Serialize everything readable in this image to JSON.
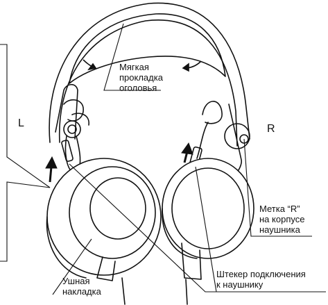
{
  "labels": {
    "headband_line1": "Мягкая",
    "headband_line2": "прокладка",
    "headband_line3": "оголовья",
    "left_side": "L",
    "right_side": "R",
    "mark_line1": "Метка “R”",
    "mark_line2": "на корпусе",
    "mark_line3": "наушника",
    "pad_line1": "Ушная",
    "pad_line2": "накладка",
    "plug_line1": "Штекер подключения",
    "plug_line2": "к наушнику"
  },
  "colors": {
    "ink": "#111111",
    "housing_fill": "#ffffff",
    "arrow_fill": "#111111"
  },
  "icons": {
    "rotate_arrow": "curved-arrow-icon",
    "slide_arrow": "up-arrow-icon"
  }
}
